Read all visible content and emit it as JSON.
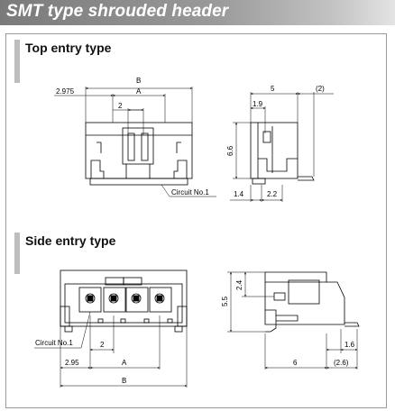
{
  "header": {
    "title": "SMT type shrouded header"
  },
  "sections": {
    "top": {
      "title": "Top entry type"
    },
    "side": {
      "title": "Side entry type"
    }
  },
  "top_front": {
    "dim_B": "B",
    "dim_A": "A",
    "dim_2975": "2.975",
    "dim_pitch": "2",
    "circuit": "Circuit No.1"
  },
  "top_side": {
    "dim_5": "5",
    "dim_2": "(2)",
    "dim_19": "1.9",
    "dim_66": "6.6",
    "dim_14": "1.4",
    "dim_22": "2.2"
  },
  "side_front": {
    "circuit": "Circuit No.1",
    "dim_pitch": "2",
    "dim_295": "2.95",
    "dim_A": "A",
    "dim_B": "B"
  },
  "side_side": {
    "dim_55": "5.5",
    "dim_24": "2.4",
    "dim_16": "1.6",
    "dim_6": "6",
    "dim_26": "(2.6)"
  }
}
